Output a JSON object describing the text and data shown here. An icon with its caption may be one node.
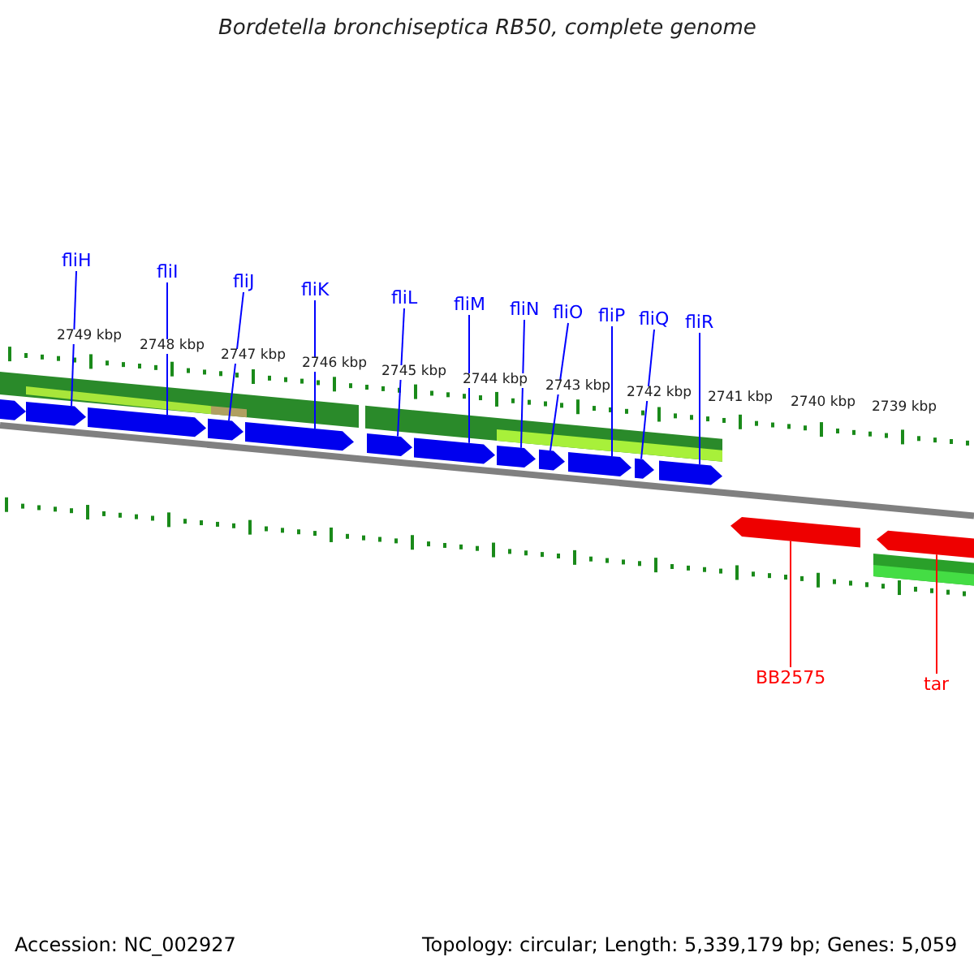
{
  "diagram": {
    "title": "Bordetella bronchiseptica RB50, complete genome",
    "nodes": [
      {
        "text": [
          "fliH"
        ]
      },
      {
        "text": [
          "fliI"
        ]
      },
      {
        "text": [
          "fliJ"
        ]
      },
      {
        "text": [
          "fliK"
        ]
      },
      {
        "text": [
          "fliL"
        ]
      },
      {
        "text": [
          "fliM"
        ]
      },
      {
        "text": [
          "fliN"
        ]
      },
      {
        "text": [
          "fliO"
        ]
      },
      {
        "text": [
          "fliP"
        ]
      },
      {
        "text": [
          "fliQ"
        ]
      },
      {
        "text": [
          "fliR"
        ]
      },
      {
        "text": [
          "BB2575"
        ]
      },
      {
        "text": [
          "tar"
        ]
      },
      {
        "text": [],
        "shape": "bar"
      },
      {
        "text": [],
        "shape": "bar"
      },
      {
        "text": [],
        "shape": "bar"
      },
      {
        "text": [],
        "shape": "bar"
      },
      {
        "text": [],
        "shape": "bar"
      },
      {
        "text": [],
        "shape": "bar"
      },
      {
        "text": [],
        "shape": "bar"
      },
      {
        "text": [],
        "shape": "bar"
      },
      {
        "text": [],
        "shape": "bar"
      },
      {
        "text": [],
        "shape": "bar"
      },
      {
        "text": [],
        "shape": "bar"
      },
      {
        "text": [],
        "shape": "bar"
      },
      {
        "text": [],
        "shape": "bar"
      },
      {
        "text": [],
        "shape": "bar"
      }
    ],
    "edges": [
      {
        "from": 0,
        "to": 14,
        "arrow": "none"
      },
      {
        "from": 1,
        "to": 15,
        "arrow": "none"
      },
      {
        "from": 2,
        "to": 16,
        "arrow": "none"
      },
      {
        "from": 3,
        "to": 17,
        "arrow": "none"
      },
      {
        "from": 4,
        "to": 18,
        "arrow": "none"
      },
      {
        "from": 5,
        "to": 19,
        "arrow": "none"
      },
      {
        "from": 6,
        "to": 20,
        "arrow": "none"
      },
      {
        "from": 7,
        "to": 21,
        "arrow": "none"
      },
      {
        "from": 8,
        "to": 22,
        "arrow": "none"
      },
      {
        "from": 9,
        "to": 23,
        "arrow": "none"
      },
      {
        "from": 10,
        "to": 24,
        "arrow": "none"
      },
      {
        "from": 11,
        "to": 25,
        "arrow": "none",
        "color": "#ff0000"
      },
      {
        "from": 12,
        "to": 26,
        "arrow": "none",
        "color": "#ff0000"
      }
    ],
    "labels": [
      "2749 kbp",
      "2748 kbp",
      "2747 kbp",
      "2746 kbp",
      "2745 kbp",
      "2744 kbp",
      "2743 kbp",
      "2742 kbp",
      "2741 kbp",
      "2740 kbp",
      "2739 kbp",
      "Accession: NC_002927",
      "Topology: circular; Length: 5,339,179 bp; Genes: 5,059"
    ]
  }
}
